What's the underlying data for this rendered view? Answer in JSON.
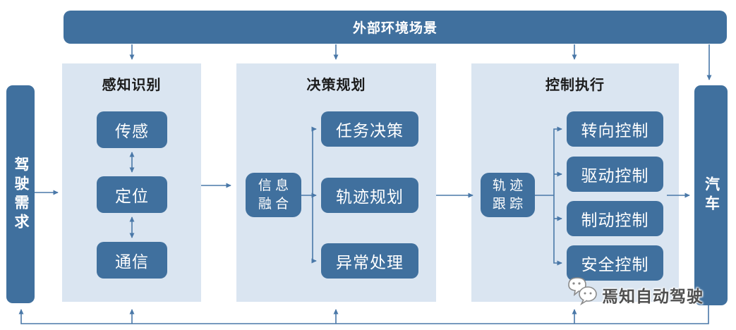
{
  "diagram": {
    "top_bar": {
      "label": "外部环境场景"
    },
    "left_bar": {
      "label": "驾驶需求"
    },
    "right_bar": {
      "label": "汽车"
    },
    "panels": [
      {
        "title": "感知识别",
        "nodes": [
          {
            "label": "传感"
          },
          {
            "label": "定位"
          },
          {
            "label": "通信"
          }
        ]
      },
      {
        "title": "决策规划",
        "hub": {
          "line1": "信 息",
          "line2": "融 合"
        },
        "nodes": [
          {
            "label": "任务决策"
          },
          {
            "label": "轨迹规划"
          },
          {
            "label": "异常处理"
          }
        ]
      },
      {
        "title": "控制执行",
        "hub": {
          "line1": "轨 迹",
          "line2": "跟 踪"
        },
        "nodes": [
          {
            "label": "转向控制"
          },
          {
            "label": "驱动控制"
          },
          {
            "label": "制动控制"
          },
          {
            "label": "安全控制"
          }
        ]
      }
    ],
    "watermark": {
      "label": "焉知自动驾驶"
    },
    "colors": {
      "node_blue": "#40709E",
      "panel_bg": "#DAE5F1",
      "arrow": "#4A78A8",
      "title_text": "#1c1c1c",
      "watermark_text": "#4f4f4f"
    }
  }
}
